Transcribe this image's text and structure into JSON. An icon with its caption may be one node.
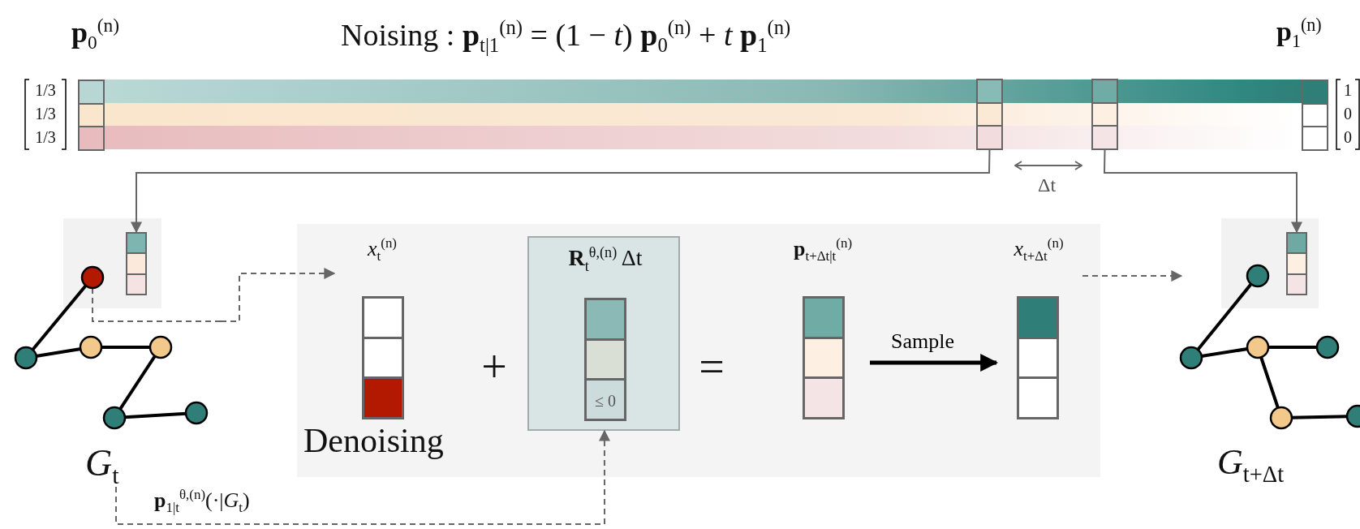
{
  "diagram": {
    "title": "Noising : **p**$_{t|1}$$^{(n)}$ = (1 − *t*) **p**$_{0}$$^{(n)}$ + *t* **p**$_{1}$$^{(n)}$",
    "nodes": [
      {
        "text": [
          "**p**$_{0}$$^{(n)}$"
        ],
        "beside": [
          "1/3",
          "1/3",
          "1/3"
        ]
      },
      {
        "text": [],
        "shape": "bar"
      },
      {
        "text": [],
        "shape": "bar"
      },
      {
        "text": [
          "**p**$_{1}$$^{(n)}$"
        ],
        "beside": [
          "1",
          "0",
          "0"
        ]
      },
      {
        "text": [
          "*G*$_{t}$"
        ]
      },
      {
        "text": [],
        "shape": "bar",
        "in": 4
      },
      {
        "text": [
          "Denoising"
        ]
      },
      {
        "text": [
          "*x*$_{t}$$^{(n)}$"
        ],
        "in": 6
      },
      {
        "text": [
          "**R**$_{t}$$^{θ,(n)}$ Δt",
          "≤ 0"
        ],
        "in": 6
      },
      {
        "text": [
          "**p**$_{t+Δt|t}$$^{(n)}$"
        ],
        "in": 6
      },
      {
        "text": [
          "*x*$_{t+Δt}$$^{(n)}$"
        ],
        "in": 6
      },
      {
        "text": [
          "*G*$_{t+Δt}$"
        ]
      },
      {
        "text": [],
        "shape": "bar",
        "in": 11
      }
    ],
    "edges": [
      {
        "from": 1,
        "to": 5,
        "arrow": "to"
      },
      {
        "from": 2,
        "to": 12,
        "arrow": "to"
      },
      {
        "from": 4,
        "to": 7,
        "arrow": "to",
        "style": "dashed"
      },
      {
        "from": 4,
        "to": 8,
        "arrow": "to",
        "style": "dashed",
        "label": "**p**$_{1|t}$$^{θ,(n)}$(·|*G*$_{t}$)"
      },
      {
        "from": 9,
        "to": 10,
        "arrow": "to",
        "label": "Sample",
        "style": "thick",
        "color": "#000000"
      },
      {
        "from": 10,
        "to": 11,
        "arrow": "to",
        "style": "dashed"
      }
    ],
    "labels": [
      "+",
      "=",
      "Δt"
    ]
  }
}
